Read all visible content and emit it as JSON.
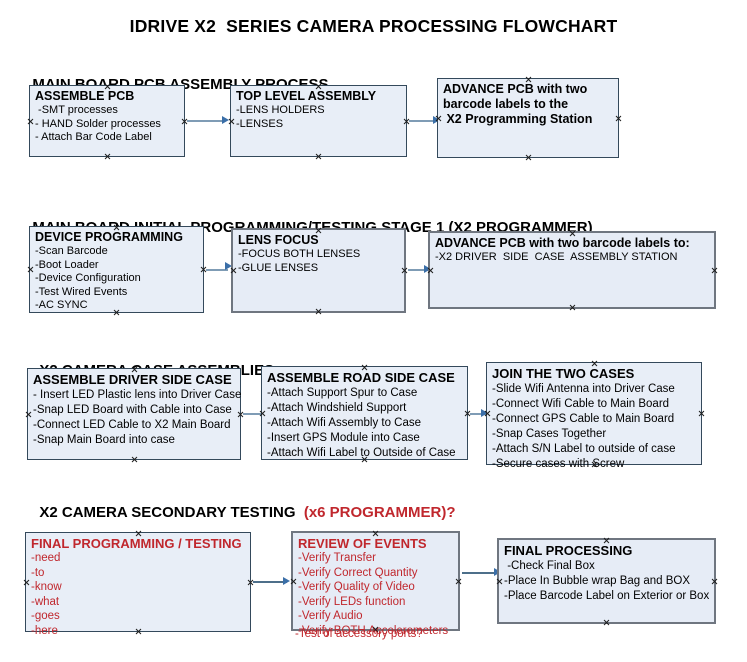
{
  "document": {
    "title": "IDRIVE X2  SERIES CAMERA PROCESSING FLOWCHART"
  },
  "sections": [
    {
      "id": "main-board-pcb-assembly",
      "heading": "MAIN BOARD PCB ASSEMBLY PROCESS",
      "heading_accent": "",
      "nodes": [
        {
          "id": "assemble-pcb",
          "header": "ASSEMBLE PCB",
          "lines": [
            " -SMT processes",
            "- HAND Solder processes",
            "- Attach Bar Code Label"
          ]
        },
        {
          "id": "top-level-assembly",
          "header": "TOP LEVEL ASSEMBLY",
          "lines": [
            "-LENS HOLDERS",
            "-LENSES"
          ]
        },
        {
          "id": "advance-pcb-to-programming-station",
          "header": "ADVANCE PCB with two",
          "lines": [
            "barcode labels to the",
            " X2 Programming Station"
          ]
        }
      ]
    },
    {
      "id": "main-board-initial-programming",
      "heading": "MAIN BOARD INITIAL PROGRAMMING/TESTING STAGE 1 (X2 PROGRAMMER)",
      "heading_accent": "",
      "nodes": [
        {
          "id": "device-programming",
          "header": "DEVICE PROGRAMMING",
          "lines": [
            "-Scan Barcode",
            "-Boot Loader",
            "-Device Configuration",
            "-Test Wired Events",
            "-AC SYNC"
          ]
        },
        {
          "id": "lens-focus",
          "header": "LENS FOCUS",
          "lines": [
            "-FOCUS BOTH LENSES",
            "-GLUE LENSES"
          ]
        },
        {
          "id": "advance-pcb-to-driver-side-case",
          "header": "ADVANCE PCB with two barcode labels to:",
          "lines": [
            "-X2 DRIVER  SIDE  CASE  ASSEMBLY STATION"
          ]
        }
      ]
    },
    {
      "id": "x2-camera-case-assemblies",
      "heading": "X2 CAMERA CASE ASSEMBLIES",
      "heading_accent": "",
      "nodes": [
        {
          "id": "assemble-driver-side-case",
          "header": "ASSEMBLE DRIVER SIDE CASE",
          "lines": [
            "- Insert LED Plastic lens into Driver Case",
            "-Snap LED Board with Cable into Case",
            "-Connect LED Cable to X2 Main Board",
            "-Snap Main Board into case"
          ]
        },
        {
          "id": "assemble-road-side-case",
          "header": "ASSEMBLE ROAD SIDE CASE",
          "lines": [
            "-Attach Support Spur to Case",
            "-Attach Windshield Support",
            "-Attach Wifi Assembly to Case",
            "-Insert GPS Module into Case",
            "-Attach Wifi Label to Outside of Case"
          ]
        },
        {
          "id": "join-the-two-cases",
          "header": "JOIN THE TWO CASES",
          "lines": [
            "-Slide Wifi Antenna into Driver Case",
            "-Connect Wifi Cable to Main Board",
            "-Connect GPS Cable to Main Board",
            "-Snap Cases Together",
            "-Attach S/N Label to outside of case",
            "-Secure cases with Screw"
          ]
        }
      ]
    },
    {
      "id": "x2-camera-secondary-testing",
      "heading": "X2 CAMERA SECONDARY TESTING  ",
      "heading_accent": "(x6 PROGRAMMER)?",
      "nodes": [
        {
          "id": "final-programming-testing",
          "header": "FINAL PROGRAMMING / TESTING",
          "lines": [
            "-need",
            "-to",
            "-know",
            "-what",
            "-goes",
            "-here"
          ]
        },
        {
          "id": "review-of-events",
          "header": "REVIEW OF EVENTS",
          "lines": [
            "-Verify Transfer",
            "-Verify Correct Quantity",
            "-Verify Quality of Video",
            "-Verify LEDs function",
            "-Verify Audio",
            "-Verify BOTH Accelerometers"
          ],
          "overflow_line": "-Test of accessory ports?"
        },
        {
          "id": "final-processing",
          "header": "FINAL PROCESSING",
          "lines": [
            " -Check Final Box",
            "-Place In Bubble wrap Bag and BOX",
            "-Place Barcode Label on Exterior or Box"
          ]
        }
      ]
    }
  ],
  "colors": {
    "node_fill": "#e8eef7",
    "node_border": "#34495b",
    "accent_red": "#c0272d",
    "connector": "#7f9cb5",
    "arrowhead": "#3b6fa8"
  }
}
